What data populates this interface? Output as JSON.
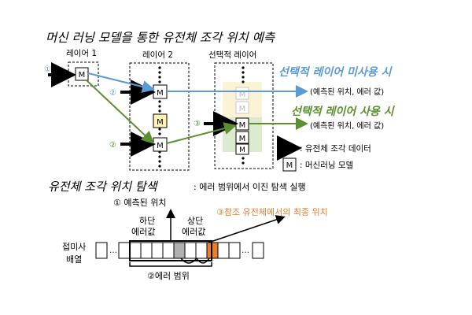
{
  "title_top": "머신 러닝 모델을 통한 유전체 조각 위치 예측",
  "layers": {
    "l1": "레이어 1",
    "l2": "레이어 2",
    "sel": "선택적 레이어"
  },
  "markers": {
    "one_one": "①①",
    "two": "②",
    "three": "③"
  },
  "model_glyph": "M",
  "legend_text": {
    "not_used": "선택적 레이어 미사용 시",
    "used": "선택적 레이어 사용 시",
    "pred_output": "(예측된 위치, 에러 값)"
  },
  "legend_keys": {
    "data": ": 유전체 조각 데이터",
    "model": ": 머신러닝 모델"
  },
  "title_search": "유전체 조각 위치 탐색",
  "search_desc": ": 에러 범위에서 이진 탐색 실행",
  "labels": {
    "predicted": "① 예측된 위치",
    "lower_1": "하단",
    "lower_2": "에러값",
    "upper_1": "상단",
    "upper_2": "에러값",
    "ref_final": "③참조 유전체에서의 최종 위치",
    "suffix_1": "접미사",
    "suffix_2": "배열",
    "error_range": "②에러 범위",
    "dots": "…"
  },
  "colors": {
    "blue": "#5b9bd5",
    "green": "#5b8f2f",
    "orange": "#ed7d31",
    "model_yellow": "#fff2b3",
    "gray_cell": "#b0b0b0"
  }
}
